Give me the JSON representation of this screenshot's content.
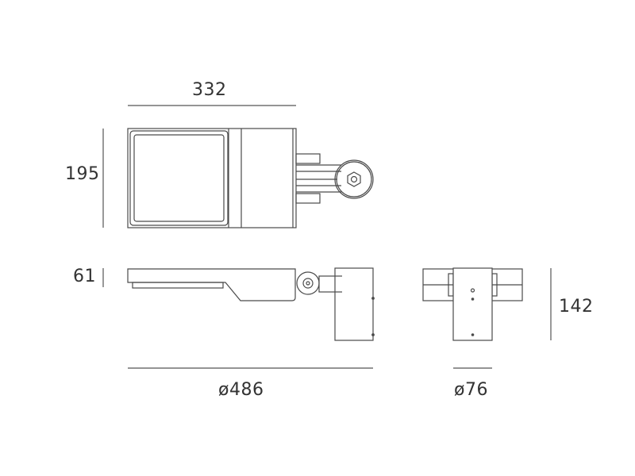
{
  "colors": {
    "line": "#4a4a4a",
    "dimension_line": "#555555",
    "text": "#333333",
    "background": "#ffffff"
  },
  "dimensions": {
    "top_width": "332",
    "top_height": "195",
    "side_height": "61",
    "overall_length": "ø486",
    "pole_diameter": "ø76",
    "front_height": "142"
  },
  "views": {
    "top_view": "top-view",
    "side_view": "side-view",
    "front_view": "front-view"
  }
}
